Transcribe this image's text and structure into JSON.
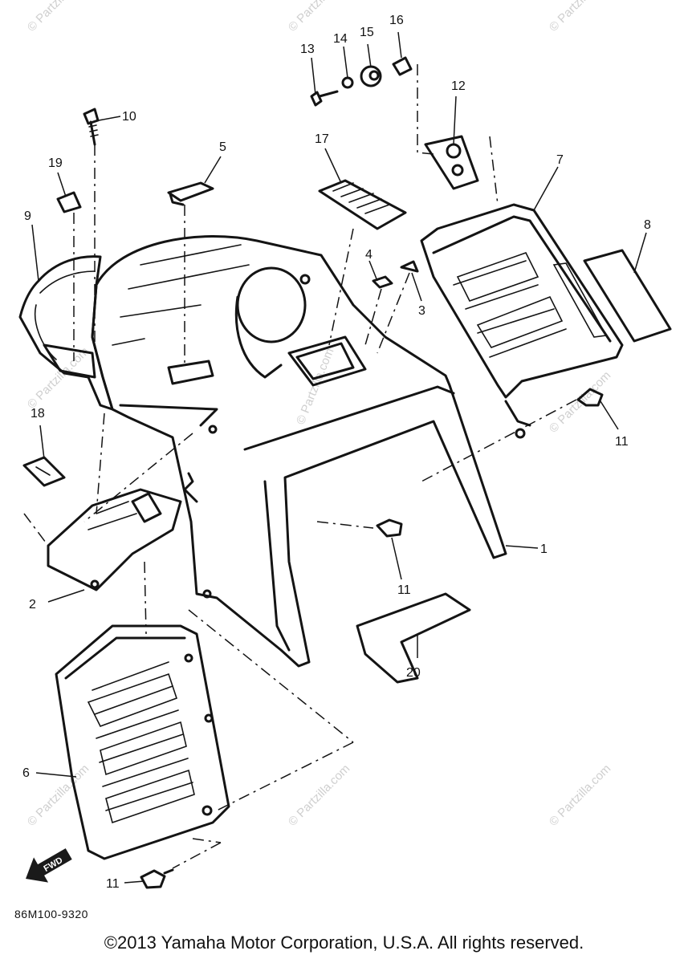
{
  "diagram": {
    "callouts": [
      {
        "id": "1",
        "label": "1"
      },
      {
        "id": "2",
        "label": "2"
      },
      {
        "id": "3",
        "label": "3"
      },
      {
        "id": "4",
        "label": "4"
      },
      {
        "id": "5",
        "label": "5"
      },
      {
        "id": "6",
        "label": "6"
      },
      {
        "id": "7",
        "label": "7"
      },
      {
        "id": "8",
        "label": "8"
      },
      {
        "id": "9",
        "label": "9"
      },
      {
        "id": "10",
        "label": "10"
      },
      {
        "id": "11a",
        "label": "11"
      },
      {
        "id": "11b",
        "label": "11"
      },
      {
        "id": "11c",
        "label": "11"
      },
      {
        "id": "12",
        "label": "12"
      },
      {
        "id": "13",
        "label": "13"
      },
      {
        "id": "14",
        "label": "14"
      },
      {
        "id": "15",
        "label": "15"
      },
      {
        "id": "16",
        "label": "16"
      },
      {
        "id": "17",
        "label": "17"
      },
      {
        "id": "18",
        "label": "18"
      },
      {
        "id": "19",
        "label": "19"
      },
      {
        "id": "20",
        "label": "20"
      }
    ],
    "watermark": "© Partzilla.com",
    "front_arrow_label": "FWD",
    "diagram_code": "86M100-9320"
  },
  "copyright": "©2013 Yamaha Motor Corporation, U.S.A. All rights reserved."
}
